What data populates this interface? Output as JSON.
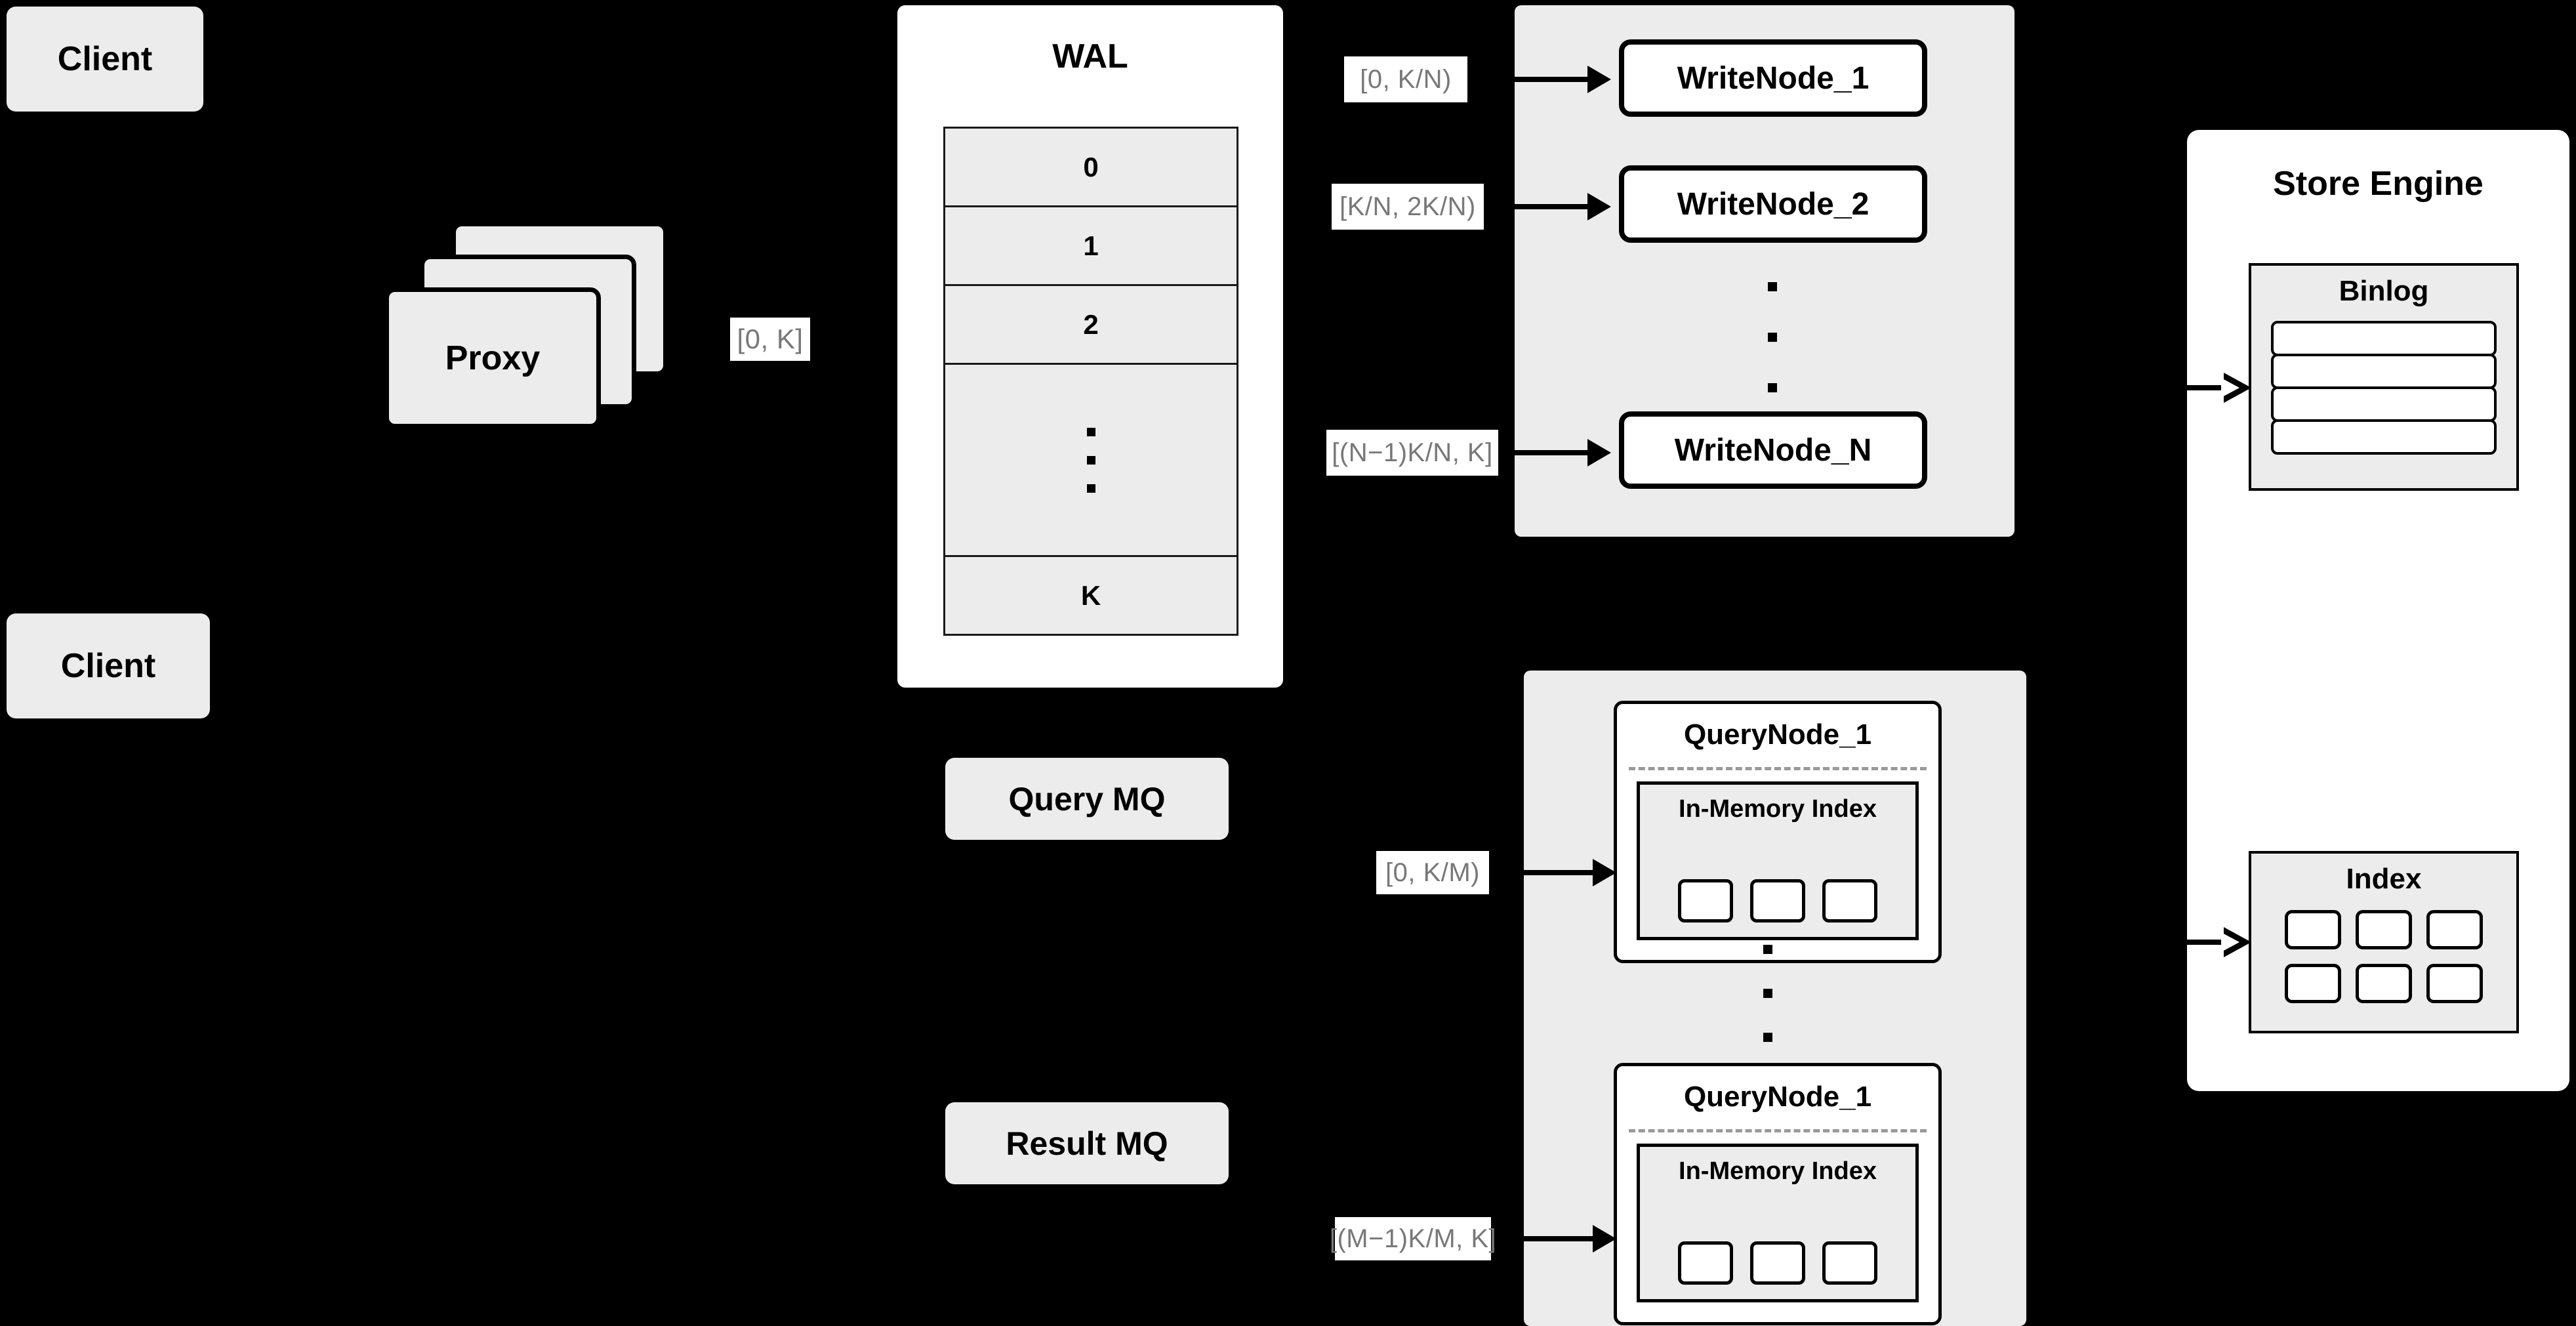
{
  "diagram": {
    "title": "Distributed write/query architecture",
    "background_color": "#000000",
    "node_fill": "#ececec",
    "panel_fill": "#ffffff",
    "tag_text_color": "#787878"
  },
  "clients": [
    {
      "label": "Client"
    },
    {
      "label": "Client"
    }
  ],
  "proxy": {
    "label": "Proxy",
    "stack_count": 3,
    "output_tag": "[0, K]"
  },
  "wal": {
    "title": "WAL",
    "rows": [
      "0",
      "1",
      "2",
      "⋮",
      "K"
    ],
    "dots_count": 3
  },
  "write_cluster": {
    "nodes": [
      {
        "label": "WriteNode_1",
        "range_tag": "[0,  K/N)"
      },
      {
        "label": "WriteNode_2",
        "range_tag": "[K/N, 2K/N)"
      },
      {
        "label": "WriteNode_N",
        "range_tag": "[(N−1)K/N,  K]"
      }
    ],
    "dots_count": 3
  },
  "query_mq": {
    "label": "Query MQ"
  },
  "result_mq": {
    "label": "Result MQ"
  },
  "query_cluster": {
    "nodes": [
      {
        "label": "QueryNode_1",
        "range_tag": "[0, K/M)",
        "inner": {
          "label": "In-Memory Index",
          "cell_count": 3
        }
      },
      {
        "label": "QueryNode_1",
        "range_tag": "[(M−1)K/M, K]",
        "inner": {
          "label": "In-Memory Index",
          "cell_count": 3
        }
      }
    ],
    "dots_count": 3
  },
  "store_engine": {
    "title": "Store Engine",
    "binlog": {
      "title": "Binlog",
      "row_count": 4
    },
    "index": {
      "title": "Index",
      "cell_count": 6
    }
  }
}
